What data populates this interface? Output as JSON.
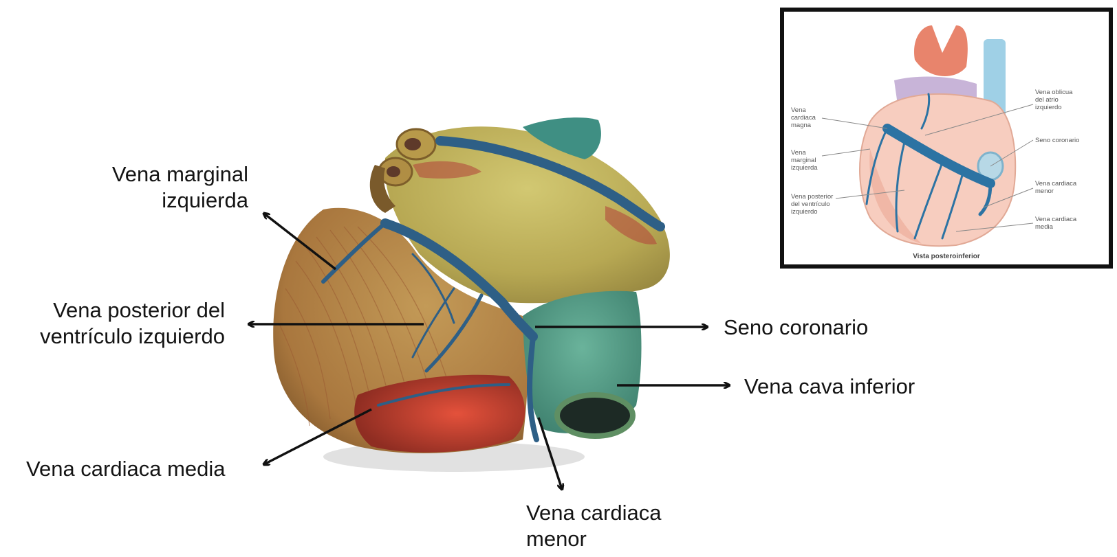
{
  "labels": {
    "vena_marginal_izquierda": [
      "Vena marginal",
      "izquierda"
    ],
    "vena_posterior_ventriculo": [
      "Vena posterior del",
      "ventrículo izquierdo"
    ],
    "vena_cardiaca_media": [
      "Vena cardiaca media"
    ],
    "seno_coronario": [
      "Seno coronario"
    ],
    "vena_cava_inferior": [
      "Vena cava inferior"
    ],
    "vena_cardiaca_menor": [
      "Vena cardiaca",
      "menor"
    ]
  },
  "inset": {
    "caption": "Vista posteroinferior",
    "labels": {
      "vena_cardiaca_magna": [
        "Vena",
        "cardiaca",
        "magna"
      ],
      "vena_marginal_izquierda": [
        "Vena",
        "marginal",
        "izquierda"
      ],
      "vena_posterior_ventriculo": [
        "Vena posterior",
        "del ventrículo",
        "izquierdo"
      ],
      "vena_oblicua": [
        "Vena oblicua",
        "del atrio",
        "izquierdo"
      ],
      "seno_coronario": [
        "Seno coronario"
      ],
      "vena_cardiaca_menor": [
        "Vena cardiaca",
        "menor"
      ],
      "vena_cardiaca_media": [
        "Vena cardiaca",
        "media"
      ]
    }
  },
  "colors": {
    "vein_blue": "#2e5f86",
    "muscle_yellow": "#c2b85e",
    "muscle_red": "#b8443a",
    "ivc_teal": "#4f9a86",
    "arrow": "#111111"
  }
}
